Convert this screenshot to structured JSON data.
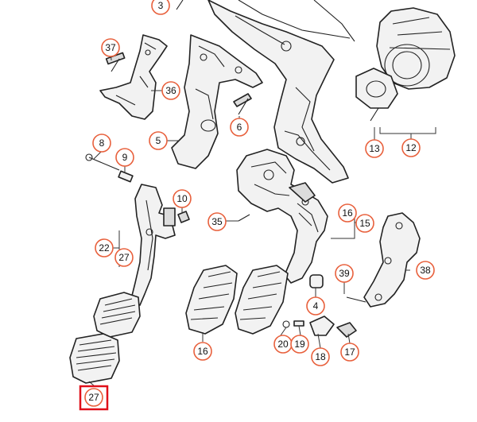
{
  "callouts": {
    "c3": "3",
    "c37": "37",
    "c36": "36",
    "c5": "5",
    "c6": "6",
    "c13": "13",
    "c12": "12",
    "c8": "8",
    "c9": "9",
    "c10": "10",
    "c35": "35",
    "c16a": "16",
    "c15": "15",
    "c22": "22",
    "c27a": "27",
    "c38": "38",
    "c39": "39",
    "c4": "4",
    "c16b": "16",
    "c20": "20",
    "c19": "19",
    "c18": "18",
    "c17": "17",
    "c27b": "27"
  },
  "colors": {
    "callout_ring": "#e8603c",
    "highlight_box": "#e0101a",
    "line_art": "#222222"
  },
  "highlighted_part": "27"
}
